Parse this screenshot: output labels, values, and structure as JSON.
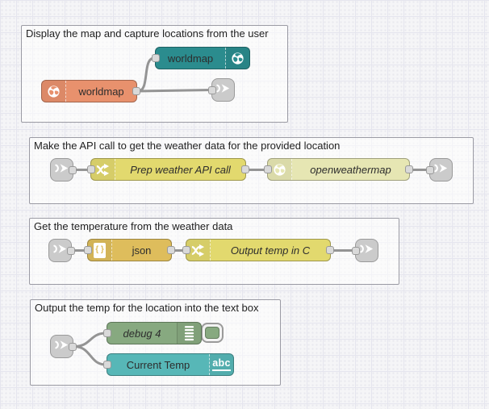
{
  "app": {
    "name": "Node-RED flow editor workspace"
  },
  "colors": {
    "canvas_bg": "#f5f5f7",
    "grid_line": "#e5e5ee",
    "group_border": "#9b9ba4",
    "wire_gray": "#949494",
    "port_fill": "#d9d9d9",
    "port_border": "#999999",
    "link_gray": "#cbcbcb",
    "node_teal": "#2b8c8e",
    "node_salmon": "#e8916d",
    "node_khaki": "#e2d96e",
    "node_paleyellow": "#e6e6b3",
    "node_gold": "#debd5c",
    "node_green": "#87a980",
    "node_cyan": "#57b7b7"
  },
  "groups": [
    {
      "title": "Display the map and capture locations from the user",
      "nodes": {
        "worldmap_display": {
          "label": "worldmap",
          "icon": "globe-icon"
        },
        "worldmap_in": {
          "label": "worldmap",
          "icon": "globe-icon"
        },
        "link_out": {
          "icon": "link-out-icon"
        }
      }
    },
    {
      "title": "Make the API call to get the weather data for the provided location",
      "nodes": {
        "link_in": {
          "icon": "link-in-icon"
        },
        "prep_weather": {
          "label": "Prep weather API call",
          "icon": "shuffle-icon"
        },
        "openweathermap": {
          "label": "openweathermap",
          "icon": "globe-icon"
        },
        "link_out": {
          "icon": "link-out-icon"
        }
      }
    },
    {
      "title": "Get the temperature from the weather data",
      "nodes": {
        "link_in": {
          "icon": "link-in-icon"
        },
        "json": {
          "label": "json",
          "icon": "json-file-icon"
        },
        "output_temp": {
          "label": "Output temp in C",
          "icon": "shuffle-icon"
        },
        "link_out": {
          "icon": "link-out-icon"
        }
      }
    },
    {
      "title": "Output the temp for the location into the text box",
      "nodes": {
        "link_in": {
          "icon": "link-in-icon"
        },
        "debug": {
          "label": "debug 4",
          "icon": "debug-list-icon",
          "toggle": "enabled"
        },
        "current_temp": {
          "label": "Current Temp",
          "icon": "abc-icon",
          "abc_icon_text": "abc"
        }
      }
    }
  ]
}
